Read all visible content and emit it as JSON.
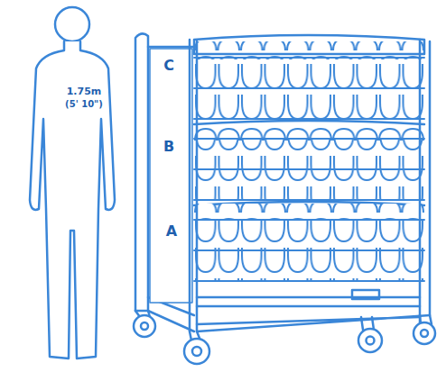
{
  "diagram": {
    "labels": [
      "1.75m",
      "(5' 10\")",
      "C",
      "B",
      "A"
    ]
  }
}
